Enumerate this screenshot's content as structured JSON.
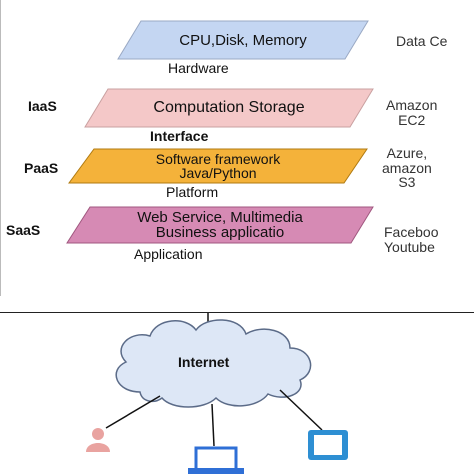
{
  "colors": {
    "hardware_fill": "#c4d6f2",
    "interface_fill": "#f4c8c8",
    "platform_fill": "#f4b23a",
    "application_fill": "#d68ab4",
    "cloud_fill": "#dde7f6",
    "device_pink": "#e9a3a0",
    "device_blue": "#2f6fd6",
    "device_cyan": "#2e8fd3"
  },
  "layers": {
    "hardware": {
      "box_text": [
        "CPU,Disk, Memory"
      ],
      "label": "Hardware",
      "side_text": [
        "Data Ce"
      ],
      "tier": ""
    },
    "interface": {
      "box_text": [
        "Computation Storage"
      ],
      "label": "Interface",
      "side_text": [
        "Amazon",
        "EC2"
      ],
      "tier": "IaaS"
    },
    "platform": {
      "box_text": [
        "Software framework",
        "Java/Python"
      ],
      "label": "Platform",
      "side_text": [
        "Azure,",
        "amazon",
        "S3"
      ],
      "tier": "PaaS"
    },
    "application": {
      "box_text": [
        "Web Service, Multimedia",
        "Business applicatio"
      ],
      "label": "Application",
      "side_text": [
        "Faceboo",
        "Youtube"
      ],
      "tier": "SaaS"
    }
  },
  "network": {
    "cloud_label": "Internet",
    "devices": [
      "user-icon",
      "laptop-icon",
      "tablet-icon"
    ]
  }
}
